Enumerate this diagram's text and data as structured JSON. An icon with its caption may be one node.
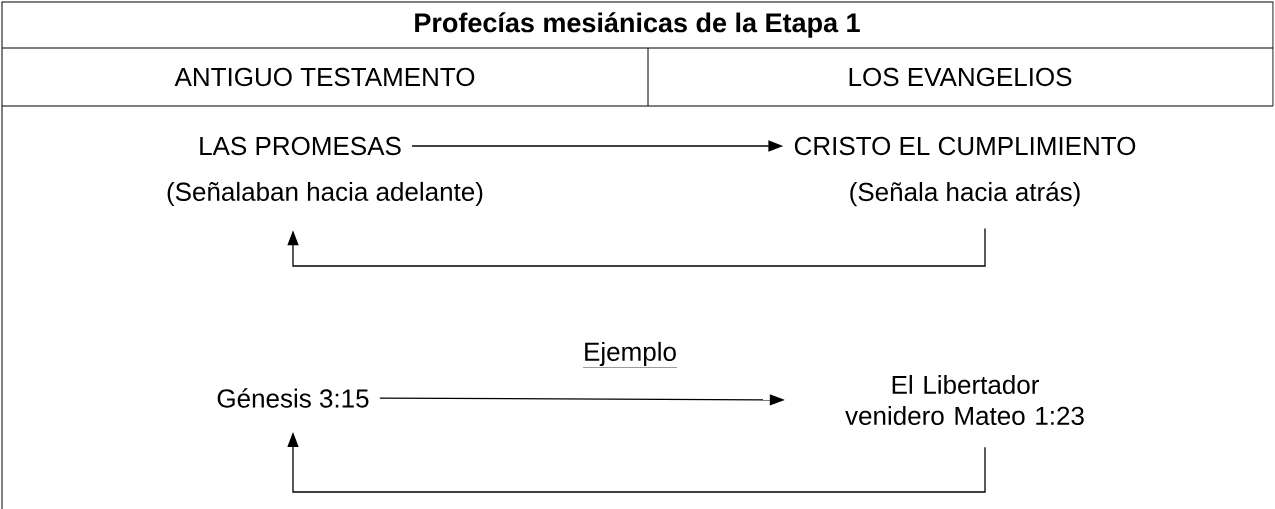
{
  "diagram": {
    "title": "Profecías mesiánicas de la Etapa 1",
    "nodes": [
      {
        "text": [
          "LAS PROMESAS"
        ]
      },
      {
        "text": [
          "CRISTO EL CUMPLIMIENTO"
        ]
      },
      {
        "text": [
          "(Señalaban hacia adelante)"
        ]
      },
      {
        "text": [
          "(Señala hacia atrás)"
        ]
      },
      {
        "text": [
          "Génesis 3:15"
        ]
      },
      {
        "text": [
          "El Libertador venidero Mateo 1:23"
        ]
      }
    ],
    "edges": [
      {
        "from": 0,
        "to": 1,
        "arrow": "to"
      },
      {
        "from": 3,
        "to": 2,
        "arrow": "to"
      },
      {
        "from": 4,
        "to": 5,
        "arrow": "to",
        "label": "Ejemplo"
      },
      {
        "from": 5,
        "to": 4,
        "arrow": "to"
      }
    ],
    "labels": [
      "ANTIGUO TESTAMENTO",
      "LOS EVANGELIOS"
    ]
  }
}
